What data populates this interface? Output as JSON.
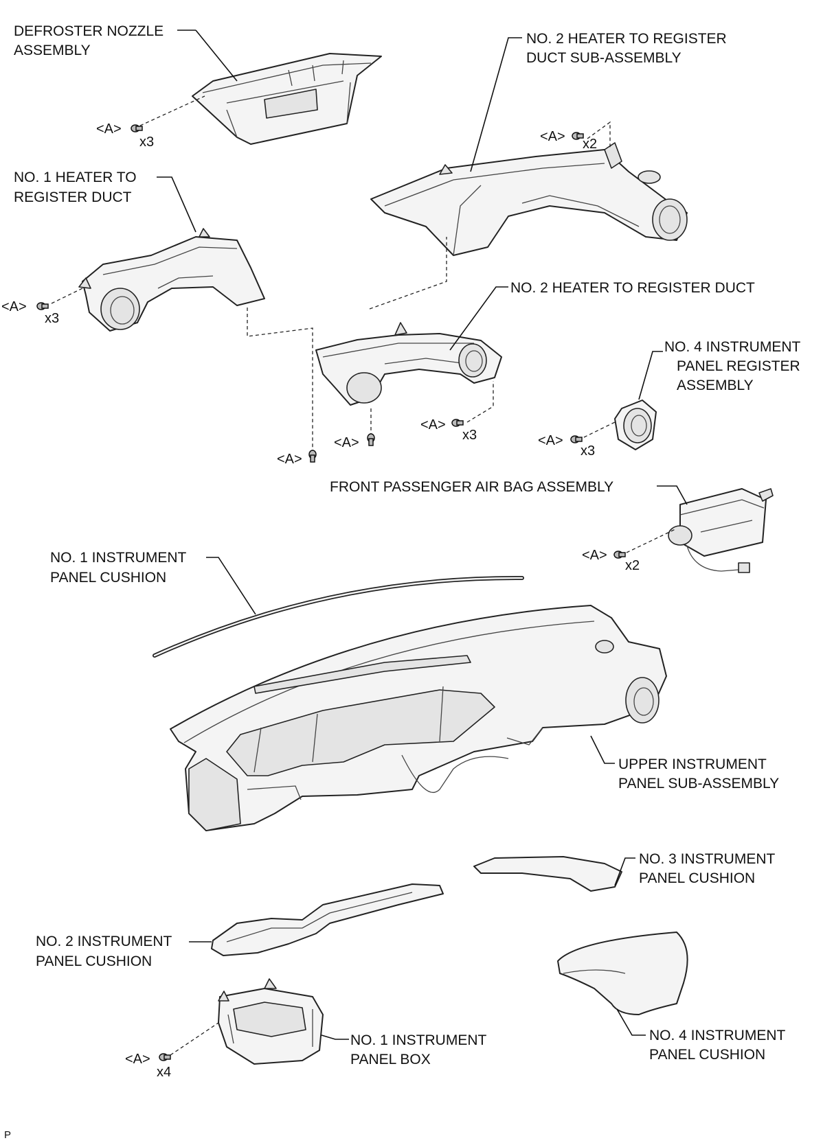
{
  "labels": {
    "defroster": [
      "DEFROSTER NOZZLE",
      "ASSEMBLY"
    ],
    "no2_heater_sub": [
      "NO. 2 HEATER TO REGISTER",
      "DUCT SUB-ASSEMBLY"
    ],
    "no1_heater_duct": [
      "NO. 1 HEATER TO",
      "REGISTER DUCT"
    ],
    "no2_heater_duct": [
      "NO. 2 HEATER TO REGISTER DUCT"
    ],
    "no4_register": [
      "NO. 4 INSTRUMENT",
      "PANEL REGISTER",
      "ASSEMBLY"
    ],
    "airbag": [
      "FRONT PASSENGER AIR BAG ASSEMBLY"
    ],
    "no1_cushion": [
      "NO. 1 INSTRUMENT",
      "PANEL CUSHION"
    ],
    "upper_panel": [
      "UPPER INSTRUMENT",
      "PANEL SUB-ASSEMBLY"
    ],
    "no3_cushion": [
      "NO. 3 INSTRUMENT",
      "PANEL CUSHION"
    ],
    "no2_cushion": [
      "NO. 2 INSTRUMENT",
      "PANEL CUSHION"
    ],
    "no1_box": [
      "NO. 1 INSTRUMENT",
      "PANEL BOX"
    ],
    "no4_cushion": [
      "NO. 4 INSTRUMENT",
      "PANEL CUSHION"
    ]
  },
  "fasteners": {
    "tag": "<A>",
    "defroster_qty": "x3",
    "no2_sub_qty": "x2",
    "no1_duct_qty": "x3",
    "no2_duct_qty": "x3",
    "no4_register_qty": "x3",
    "airbag_qty": "x2",
    "box_qty": "x4"
  },
  "figure_ref": "P"
}
